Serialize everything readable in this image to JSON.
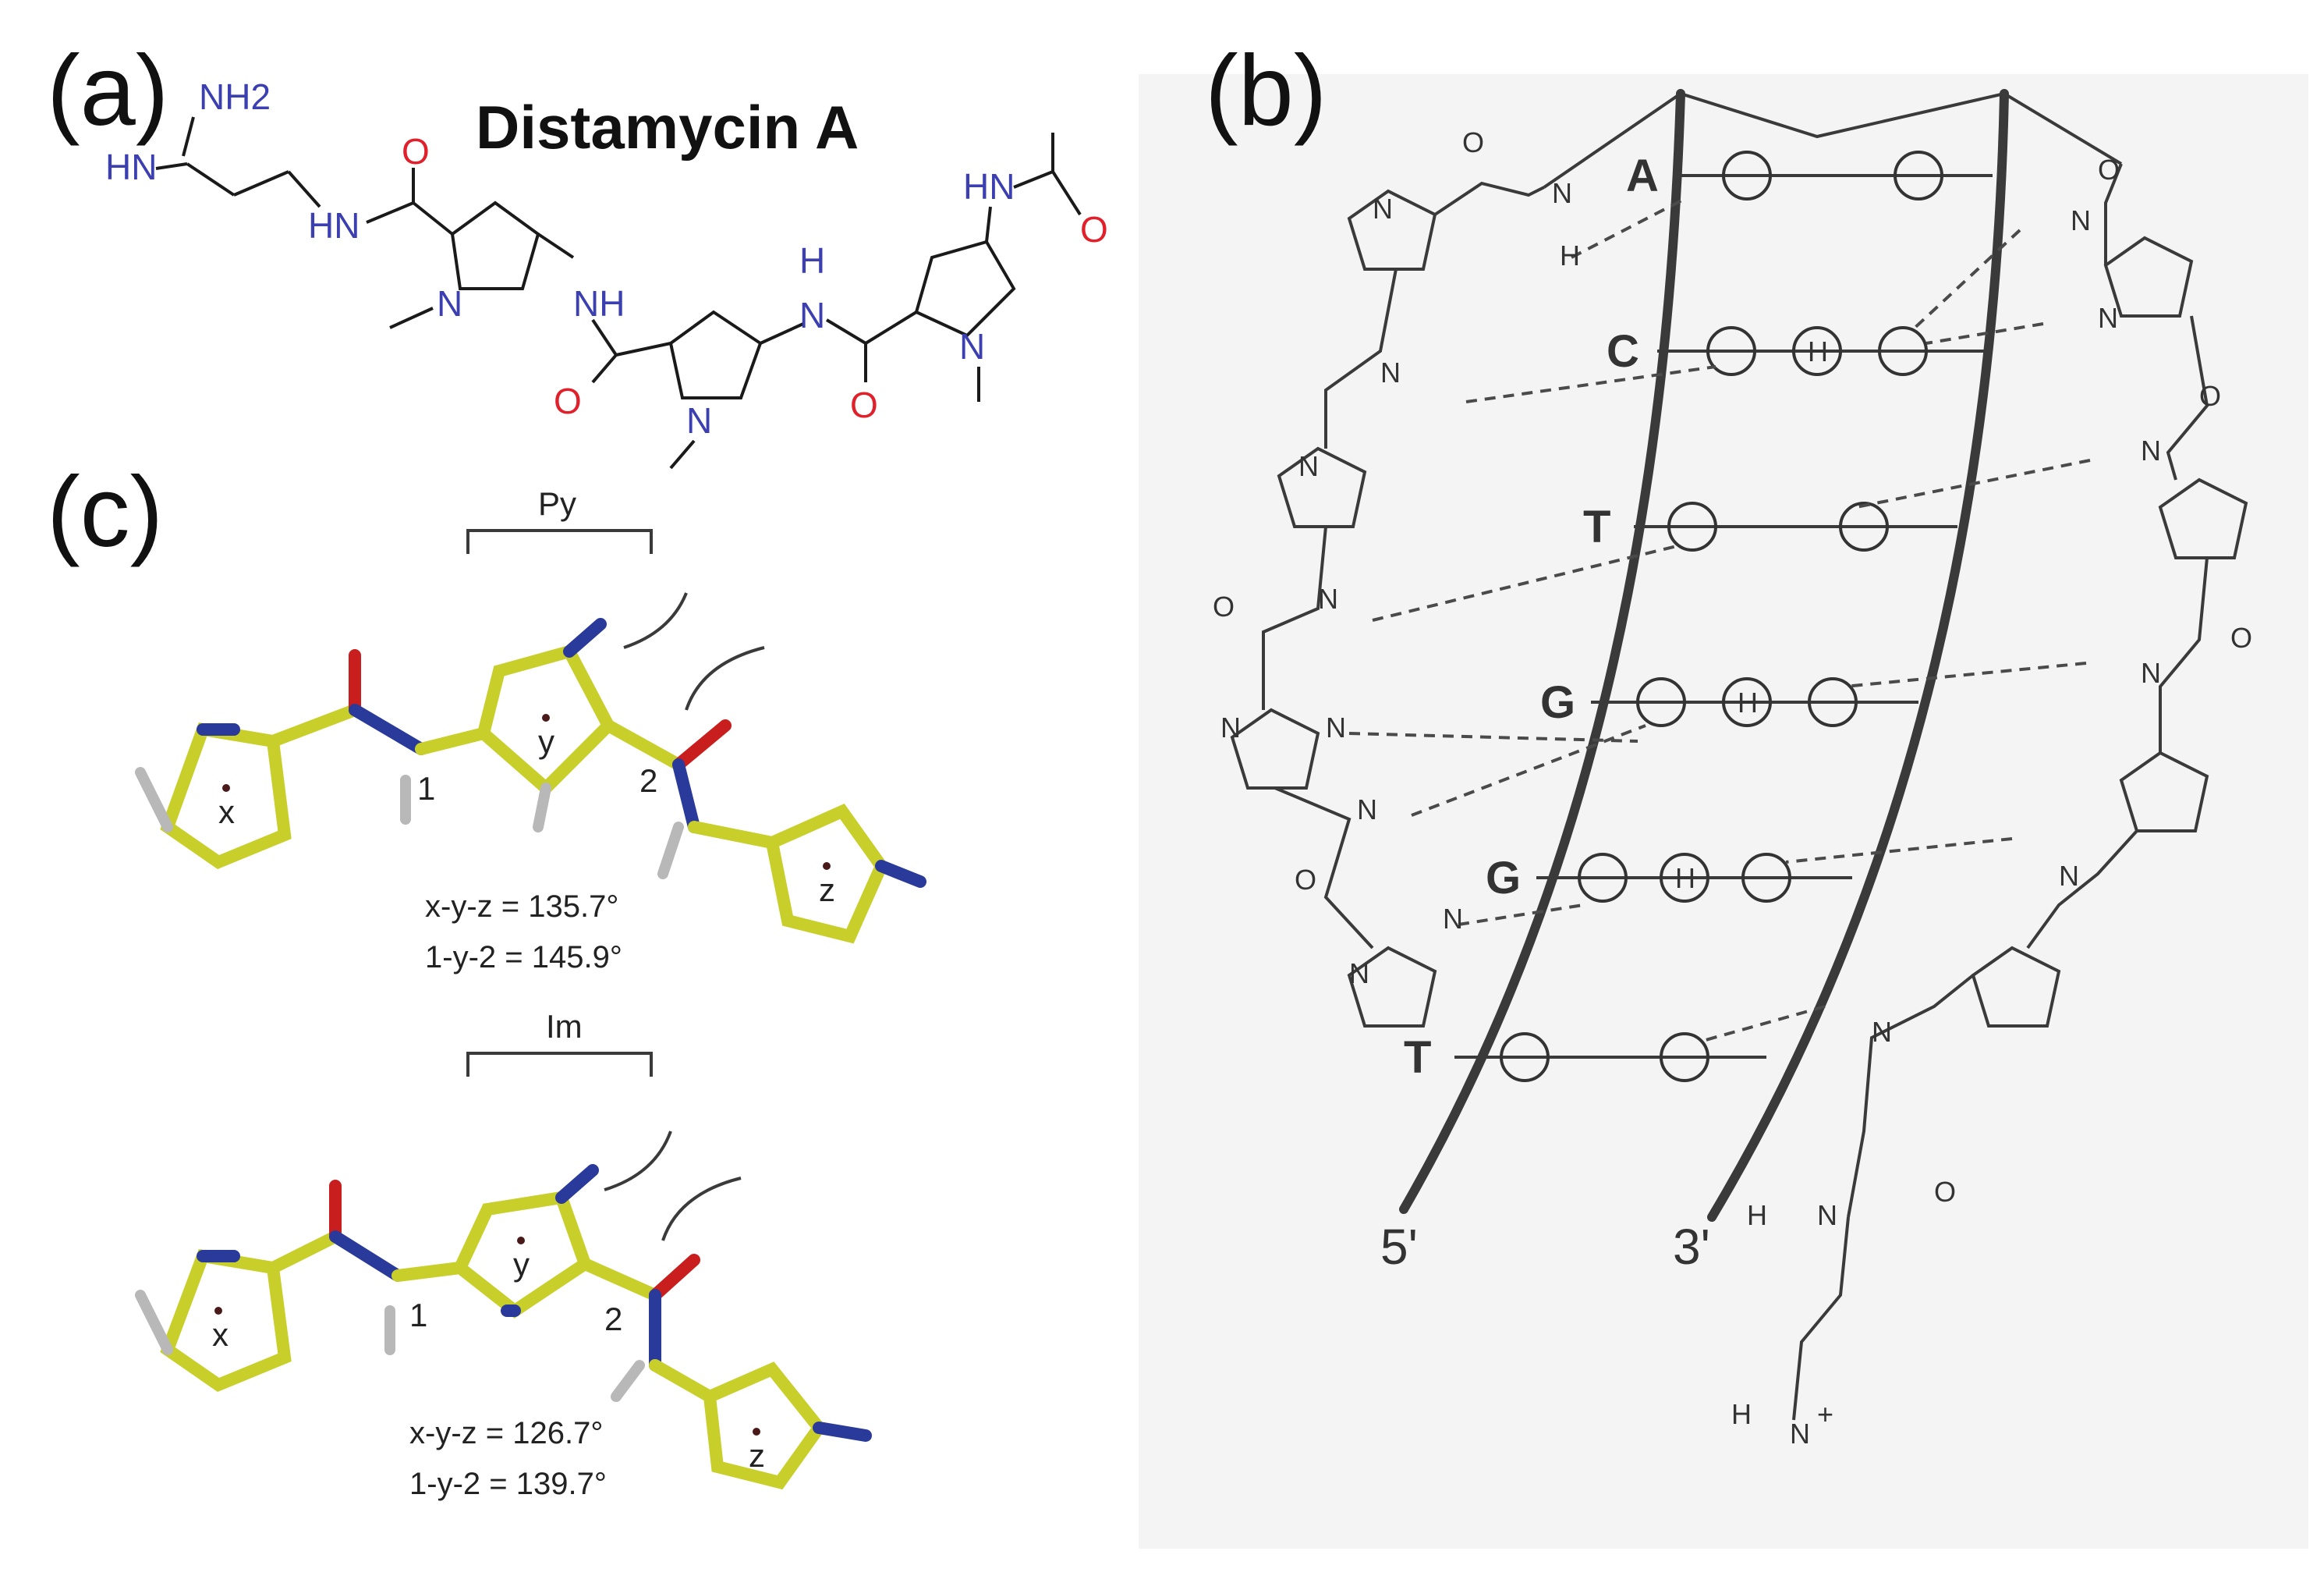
{
  "panels": {
    "a": {
      "label": "(a)",
      "title": "Distamycin A",
      "atoms": {
        "nh2": "NH2",
        "hn_amidine": "HN",
        "hn_1": "HN",
        "nh_2": "NH",
        "h_3": "H",
        "n_3": "N",
        "hn_4": "HN",
        "o": "O",
        "n": "N"
      }
    },
    "b": {
      "label": "(b)",
      "bases": [
        "A",
        "C",
        "T",
        "G",
        "G",
        "T"
      ],
      "end_5": "5'",
      "end_3": "3'",
      "atoms": {
        "n": "N",
        "h": "H",
        "o": "O",
        "c_h": "H",
        "plus": "+"
      }
    },
    "c": {
      "label": "(c)",
      "top": {
        "bracket_label": "Py",
        "centroids": [
          "x",
          "y",
          "z"
        ],
        "markers": [
          "1",
          "2"
        ],
        "angle_xyz": "x-y-z = 135.7°",
        "angle_12": "1-y-2 = 145.9°"
      },
      "bottom": {
        "bracket_label": "Im",
        "centroids": [
          "x",
          "y",
          "z"
        ],
        "markers": [
          "1",
          "2"
        ],
        "angle_xyz": "x-y-z = 126.7°",
        "angle_12": "1-y-2 = 139.7°"
      }
    }
  },
  "colors": {
    "nitrogen": "#3b3fb0",
    "oxygen": "#e0202a",
    "carbon_stick": "#c9cf2a",
    "nitrogen_stick": "#2a3a9a",
    "oxygen_stick": "#c81e1e",
    "hydrogen_stick": "#b8b8b8",
    "panel_b_bg": "#f4f4f4"
  }
}
